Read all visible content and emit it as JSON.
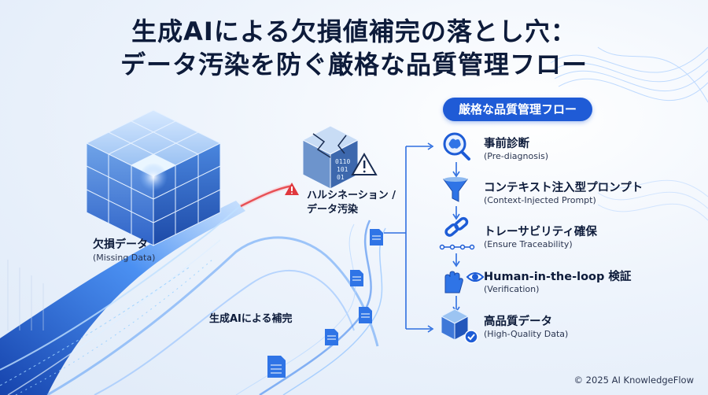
{
  "title": {
    "line1": "生成AIによる欠損値補完の落とし穴：",
    "line2": "データ汚染を防ぐ厳格な品質管理フロー"
  },
  "flow_header": "厳格な品質管理フロー",
  "missing_data": {
    "label": "欠損データ",
    "sub": "(Missing Data)"
  },
  "hallucination": {
    "line1": "ハルシネーション /",
    "line2": "データ汚染"
  },
  "imputation_label": "生成AIによる補完",
  "broken_cube_code": [
    "0110",
    "101",
    "01"
  ],
  "steps": [
    {
      "label": "事前診断",
      "sub": "(Pre-diagnosis)",
      "icon": "brain-magnifier-icon"
    },
    {
      "label": "コンテキスト注入型プロンプト",
      "sub": "(Context-Injected Prompt)",
      "icon": "funnel-icon"
    },
    {
      "label": "トレーサビリティ確保",
      "sub": "(Ensure Traceability)",
      "icon": "chain-link-icon"
    },
    {
      "label": "Human-in-the-loop 検証",
      "sub": "(Verification)",
      "icon": "hand-eye-icon"
    },
    {
      "label": "高品質データ",
      "sub": "(High-Quality Data)",
      "icon": "verified-cube-icon"
    }
  ],
  "copyright": "© 2025 AI KnowledgeFlow",
  "colors": {
    "accent": "#1f5bd6",
    "title": "#0d1b3a",
    "warning": "#e0383e"
  }
}
